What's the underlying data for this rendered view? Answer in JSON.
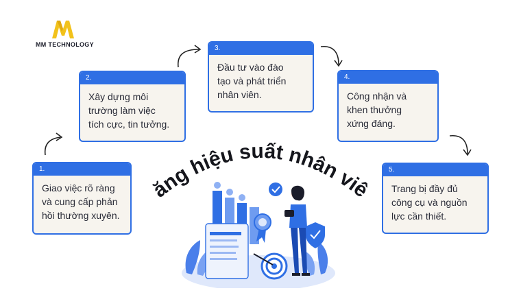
{
  "brand": {
    "logo_letter": "M",
    "name": "MM TECHNOLOGY"
  },
  "title": "Tăng hiệu suất nhân viên",
  "steps": [
    {
      "number": "1.",
      "lines": [
        "Giao việc rõ ràng",
        "và cung cấp phản",
        "hồi thường xuyên."
      ]
    },
    {
      "number": "2.",
      "lines": [
        "Xây dựng môi",
        "trường làm việc",
        "tích cực, tin tưởng."
      ]
    },
    {
      "number": "3.",
      "lines": [
        "Đầu tư vào đào",
        "tạo và phát triển",
        "nhân viên."
      ]
    },
    {
      "number": "4.",
      "lines": [
        "Công nhận và",
        "khen thưởng",
        "xứng đáng."
      ]
    },
    {
      "number": "5.",
      "lines": [
        "Trang bị đầy đủ",
        "công cụ và nguồn",
        "lực cần thiết."
      ]
    }
  ],
  "colors": {
    "accent": "#2f6fe4",
    "card_bg": "#f7f4ee",
    "logo": "#f2c21b",
    "text": "#2a2c38"
  },
  "icons": [
    "check-badge-icon",
    "shield-check-icon",
    "target-icon",
    "medal-icon"
  ]
}
